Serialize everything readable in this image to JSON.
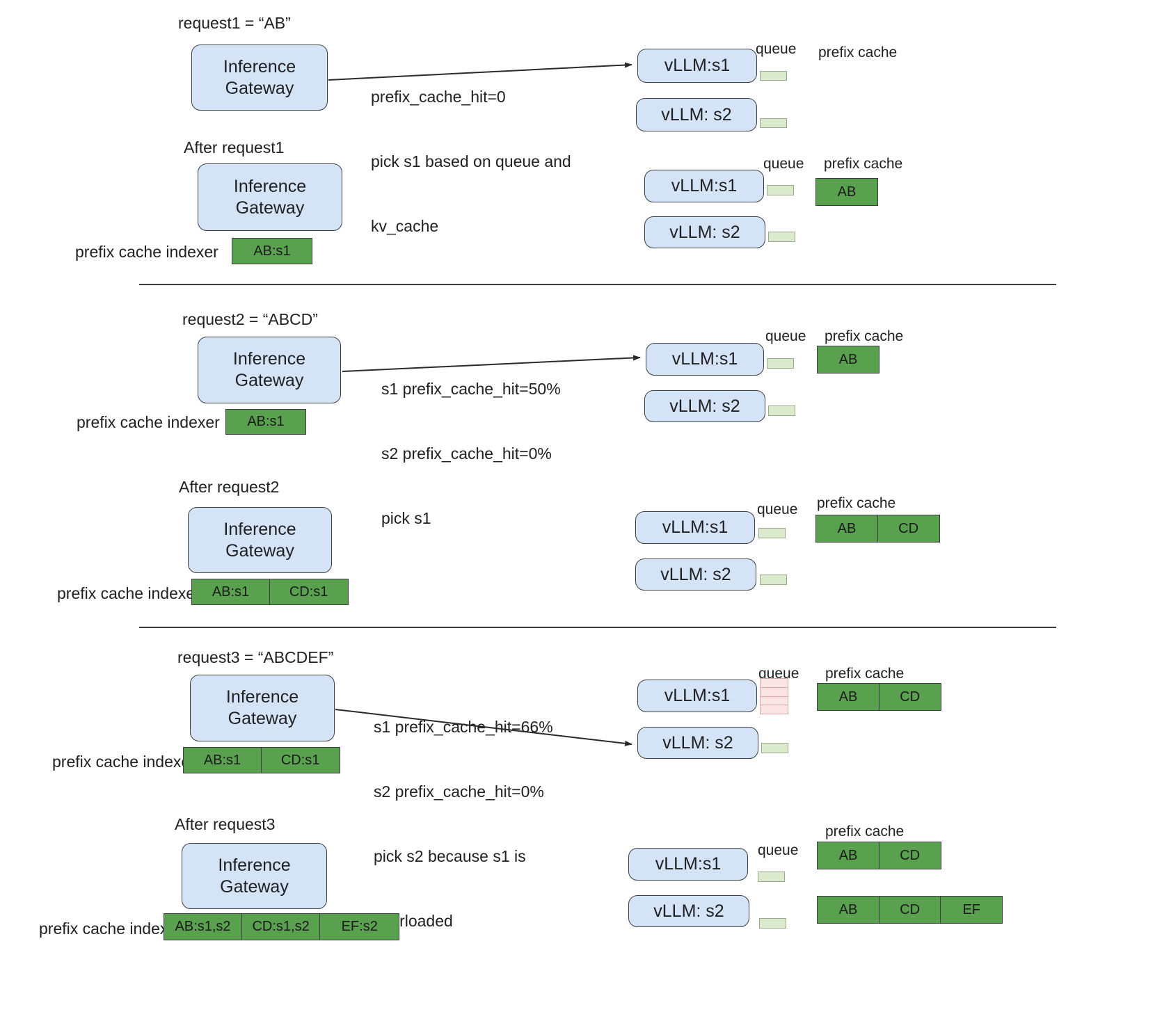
{
  "diagram": {
    "title_hidden": "",
    "colors": {
      "node_fill": "#d4e3f5",
      "node_stroke": "#3c4043",
      "cache_fill": "#59a14f",
      "queue_ok_fill": "#dbe9cd",
      "queue_overloaded_fill": "#fbe4e4",
      "rule": "#3c3c3c"
    },
    "common": {
      "gateway_line1": "Inference",
      "gateway_line2": "Gateway",
      "server1": "vLLM:s1",
      "server2": "vLLM: s2",
      "queue_label": "queue",
      "prefix_cache_label": "prefix cache",
      "indexer_label": "prefix cache indexer"
    },
    "sections": [
      {
        "id": "request1",
        "heading": "request1 = “AB”",
        "annotation": "prefix_cache_hit=0\npick s1 based on queue and\nkv_cache",
        "annotation_lines": [
          "prefix_cache_hit=0",
          "pick s1 based on queue and",
          "kv_cache"
        ],
        "arrow_target": "vLLM:s1",
        "indexer_cells": [],
        "servers": [
          {
            "name": "vLLM:s1",
            "queue_state": "ok",
            "queue_items": 1,
            "prefix_cache": []
          },
          {
            "name": "vLLM: s2",
            "queue_state": "ok",
            "queue_items": 1,
            "prefix_cache": []
          }
        ]
      },
      {
        "id": "after-request1",
        "heading": "After request1",
        "annotation_lines": [],
        "indexer_cells": [
          "AB:s1"
        ],
        "servers": [
          {
            "name": "vLLM:s1",
            "queue_state": "ok",
            "queue_items": 1,
            "prefix_cache": [
              "AB"
            ]
          },
          {
            "name": "vLLM: s2",
            "queue_state": "ok",
            "queue_items": 1,
            "prefix_cache": []
          }
        ]
      },
      {
        "id": "request2",
        "heading": "request2 = “ABCD”",
        "annotation_lines": [
          "s1 prefix_cache_hit=50%",
          "s2 prefix_cache_hit=0%",
          "pick s1"
        ],
        "arrow_target": "vLLM:s1",
        "indexer_cells": [
          "AB:s1"
        ],
        "servers": [
          {
            "name": "vLLM:s1",
            "queue_state": "ok",
            "queue_items": 1,
            "prefix_cache": [
              "AB"
            ]
          },
          {
            "name": "vLLM: s2",
            "queue_state": "ok",
            "queue_items": 1,
            "prefix_cache": []
          }
        ]
      },
      {
        "id": "after-request2",
        "heading": "After request2",
        "annotation_lines": [],
        "indexer_cells": [
          "AB:s1",
          "CD:s1"
        ],
        "servers": [
          {
            "name": "vLLM:s1",
            "queue_state": "ok",
            "queue_items": 1,
            "prefix_cache": [
              "AB",
              "CD"
            ]
          },
          {
            "name": "vLLM: s2",
            "queue_state": "ok",
            "queue_items": 1,
            "prefix_cache": []
          }
        ]
      },
      {
        "id": "request3",
        "heading": "request3 = “ABCDEF”",
        "annotation_lines": [
          "s1 prefix_cache_hit=66%",
          "s2 prefix_cache_hit=0%",
          "pick s2 because s1 is",
          "overloaded"
        ],
        "arrow_target": "vLLM: s2",
        "indexer_cells": [
          "AB:s1",
          "CD:s1"
        ],
        "servers": [
          {
            "name": "vLLM:s1",
            "queue_state": "overloaded",
            "queue_items": 4,
            "prefix_cache": [
              "AB",
              "CD"
            ]
          },
          {
            "name": "vLLM: s2",
            "queue_state": "ok",
            "queue_items": 1,
            "prefix_cache": []
          }
        ]
      },
      {
        "id": "after-request3",
        "heading": "After request3",
        "annotation_lines": [],
        "indexer_cells": [
          "AB:s1,s2",
          "CD:s1,s2",
          "EF:s2"
        ],
        "servers": [
          {
            "name": "vLLM:s1",
            "queue_state": "ok",
            "queue_items": 1,
            "prefix_cache": [
              "AB",
              "CD"
            ]
          },
          {
            "name": "vLLM: s2",
            "queue_state": "ok",
            "queue_items": 1,
            "prefix_cache": [
              "AB",
              "CD",
              "EF"
            ]
          }
        ]
      }
    ]
  }
}
